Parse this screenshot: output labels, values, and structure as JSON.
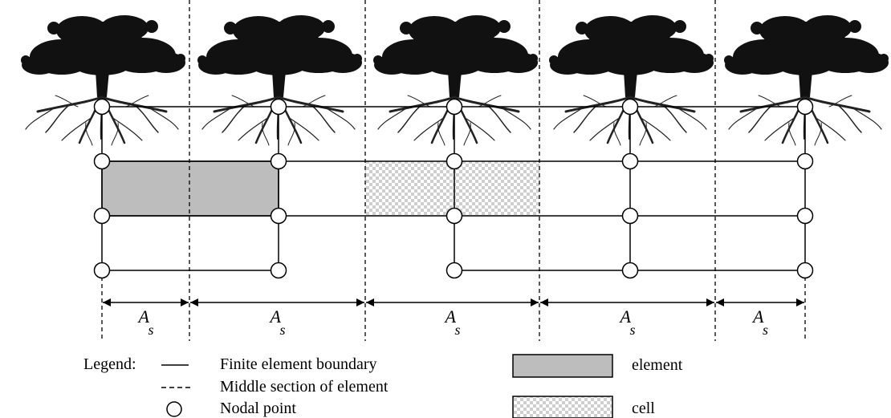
{
  "dimension_label": {
    "main": "A",
    "sub": "s"
  },
  "legend": {
    "title": "Legend:",
    "items": [
      {
        "key": "solid-line",
        "label": "Finite element boundary"
      },
      {
        "key": "dashed-line",
        "label": "Middle section of element"
      },
      {
        "key": "circle",
        "label": "Nodal point"
      },
      {
        "key": "grey-box",
        "label": "element"
      },
      {
        "key": "checker-box",
        "label": "cell"
      }
    ]
  },
  "colors": {
    "element_fill": "#bdbdbd",
    "cell_fill_a": "#ffffff",
    "cell_fill_b": "#cfcfcf",
    "tree": "#111111",
    "line": "#000000"
  },
  "icons": [
    "tree-icon",
    "nodal-point-icon",
    "arrow-icon"
  ]
}
